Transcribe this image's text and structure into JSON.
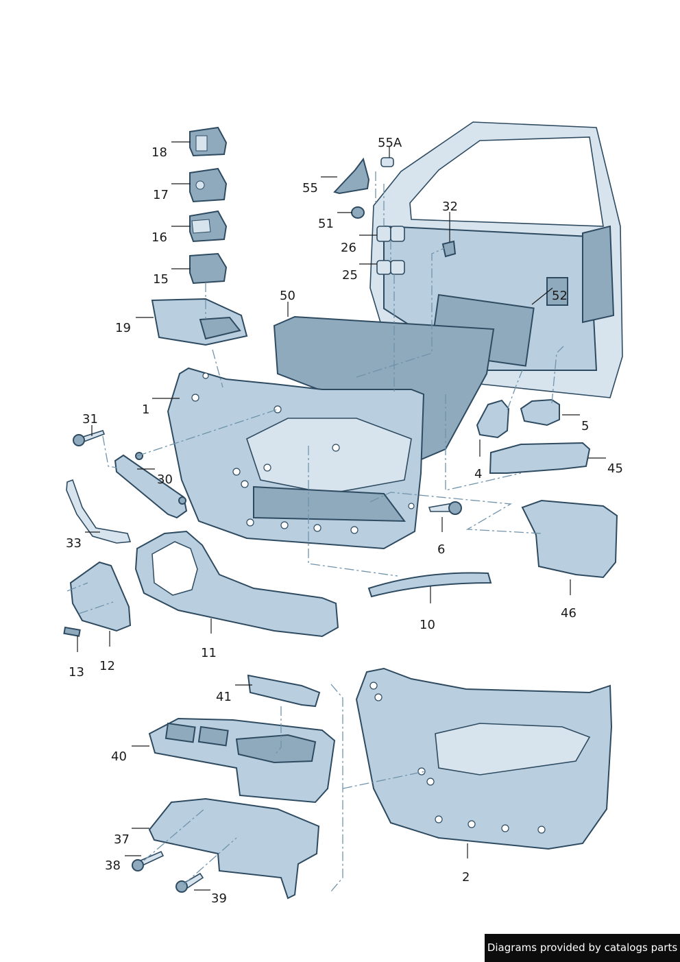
{
  "labels": {
    "l1": "1",
    "l2": "2",
    "l4": "4",
    "l5": "5",
    "l6": "6",
    "l10": "10",
    "l11": "11",
    "l12": "12",
    "l13": "13",
    "l15": "15",
    "l16": "16",
    "l17": "17",
    "l18": "18",
    "l19": "19",
    "l25": "25",
    "l26": "26",
    "l30": "30",
    "l31": "31",
    "l32": "32",
    "l33": "33",
    "l37": "37",
    "l38": "38",
    "l39": "39",
    "l40": "40",
    "l41": "41",
    "l45": "45",
    "l46": "46",
    "l50": "50",
    "l51": "51",
    "l52": "52",
    "l55": "55",
    "l55A": "55A"
  },
  "credit": "Diagrams provided by catalogs parts"
}
